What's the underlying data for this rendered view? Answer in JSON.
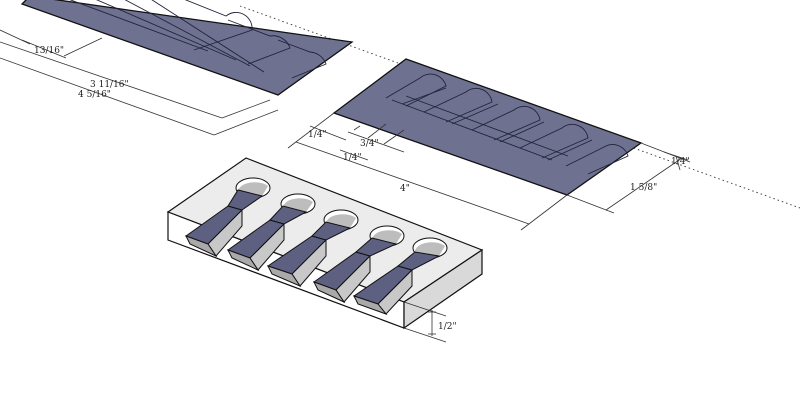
{
  "dimensions": {
    "plate_left": {
      "d1": "13/16\"",
      "d2": "3 11/16\"",
      "d3": "4 5/16\""
    },
    "plate_right": {
      "d1": "1/4\"",
      "d2": "3/4\"",
      "d3": "1/4\"",
      "d4": "4\"",
      "d5": "1/4\"",
      "d6": "1 5/8\""
    },
    "block": {
      "d1": "1/2\""
    }
  }
}
